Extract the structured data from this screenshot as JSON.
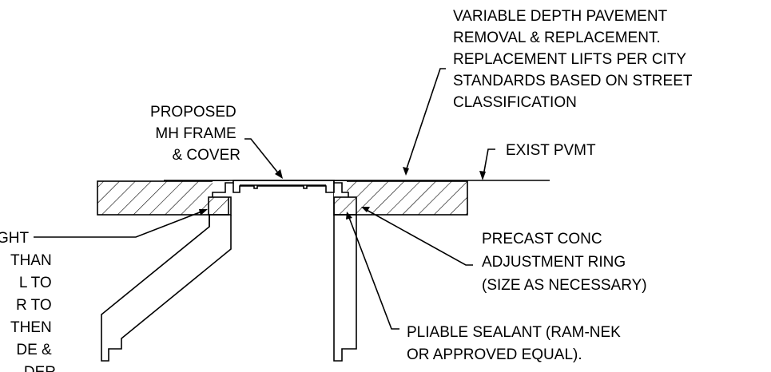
{
  "labels": {
    "pavement_removal": [
      "VARIABLE DEPTH PAVEMENT",
      "REMOVAL & REPLACEMENT.",
      "REPLACEMENT LIFTS PER CITY",
      "STANDARDS BASED ON STREET",
      "CLASSIFICATION"
    ],
    "frame_cover": [
      "PROPOSED",
      "MH FRAME",
      "& COVER"
    ],
    "exist_pvmt": "EXIST PVMT",
    "adjustment_ring": [
      "PRECAST CONC",
      "ADJUSTMENT RING",
      "(SIZE AS NECESSARY)"
    ],
    "sealant": [
      "PLIABLE SEALANT (RAM-NEK",
      "OR APPROVED EQUAL)."
    ],
    "left_note": [
      "GHT",
      "THAN",
      "L TO",
      "R TO",
      "THEN",
      "DE &",
      "DER"
    ]
  }
}
